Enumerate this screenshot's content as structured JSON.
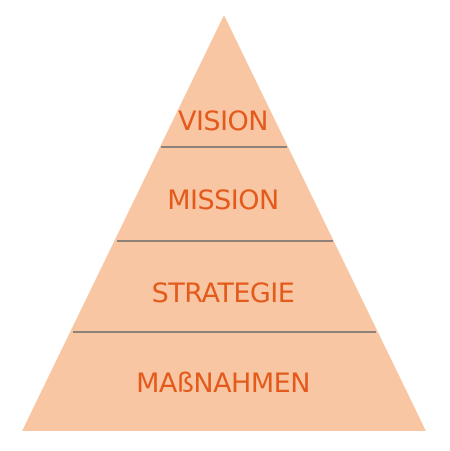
{
  "diagram": {
    "levels": [
      {
        "label": "VISION"
      },
      {
        "label": "MISSION"
      },
      {
        "label": "STRATEGIE"
      },
      {
        "label": "MAßNAHMEN"
      }
    ],
    "colors": {
      "fill": "#f8c6a2",
      "divider": "#6b6b6b",
      "text": "#e35a1c"
    }
  }
}
